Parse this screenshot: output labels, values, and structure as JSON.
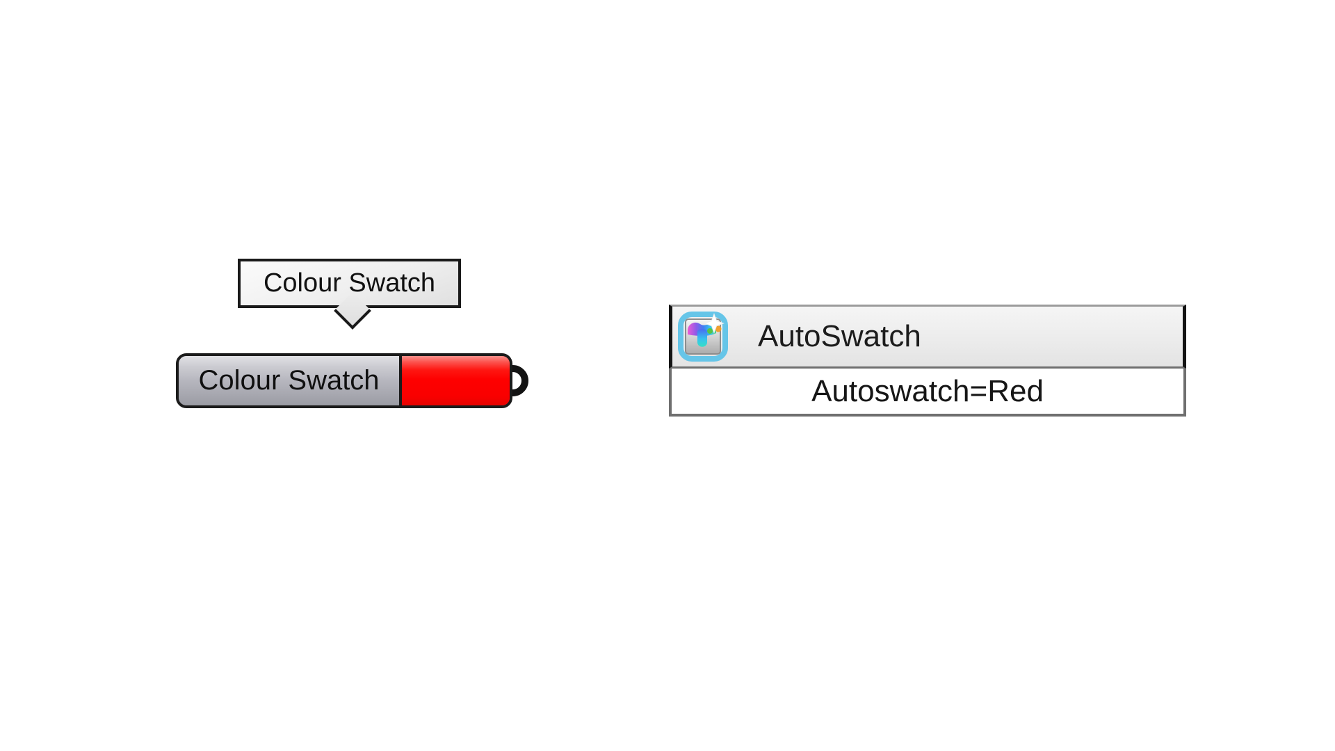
{
  "tooltip": {
    "label": "Colour Swatch"
  },
  "component": {
    "label": "Colour Swatch",
    "swatch_color": "#fe0000"
  },
  "autoswatch_panel": {
    "header": {
      "label": "AutoSwatch",
      "icon": "autoswatch-paint-icon"
    },
    "rows": [
      {
        "label": "Autoswatch=Red"
      }
    ]
  },
  "colors": {
    "swatch_red": "#fe0000",
    "capsule_border": "#1b1b1b",
    "icon_frame_cyan": "#66c5e8",
    "panel_border_gray": "#6f6f6f",
    "header_border_black": "#141414"
  }
}
